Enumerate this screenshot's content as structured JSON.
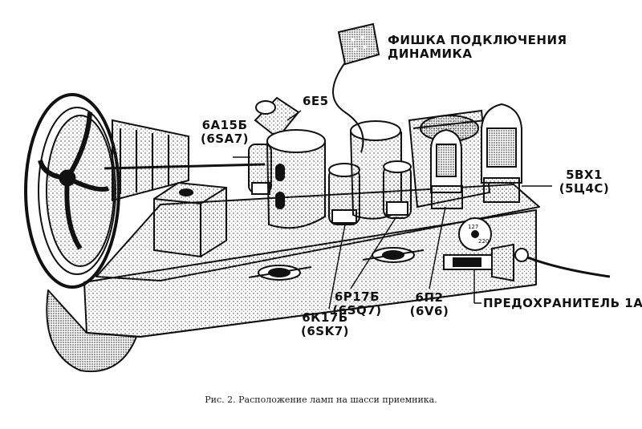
{
  "labels": {
    "connector_line1": "ФИШКА ПОДКЛЮЧЕНИЯ",
    "connector_line2": "ДИНАМИКА",
    "tube_6e5": "6E5",
    "tube_6a15b": "6А15Б",
    "tube_6a15b_alt": "(6SA7)",
    "tube_5vx1": "5ВХ1",
    "tube_5vx1_alt": "(5Ц4С)",
    "fuse": "ПРЕДОХРАНИТЕЛЬ 1А",
    "tube_6k17b": "6К17Б",
    "tube_6k17b_alt": "(6SK7)",
    "tube_6r17b": "6Р17Б",
    "tube_6r17b_alt": "(6SQ7)",
    "tube_6p2": "6П2",
    "tube_6p2_alt": "(6V6)"
  },
  "caption": "Рис. 2.  Расположение ламп на шасси приемника."
}
